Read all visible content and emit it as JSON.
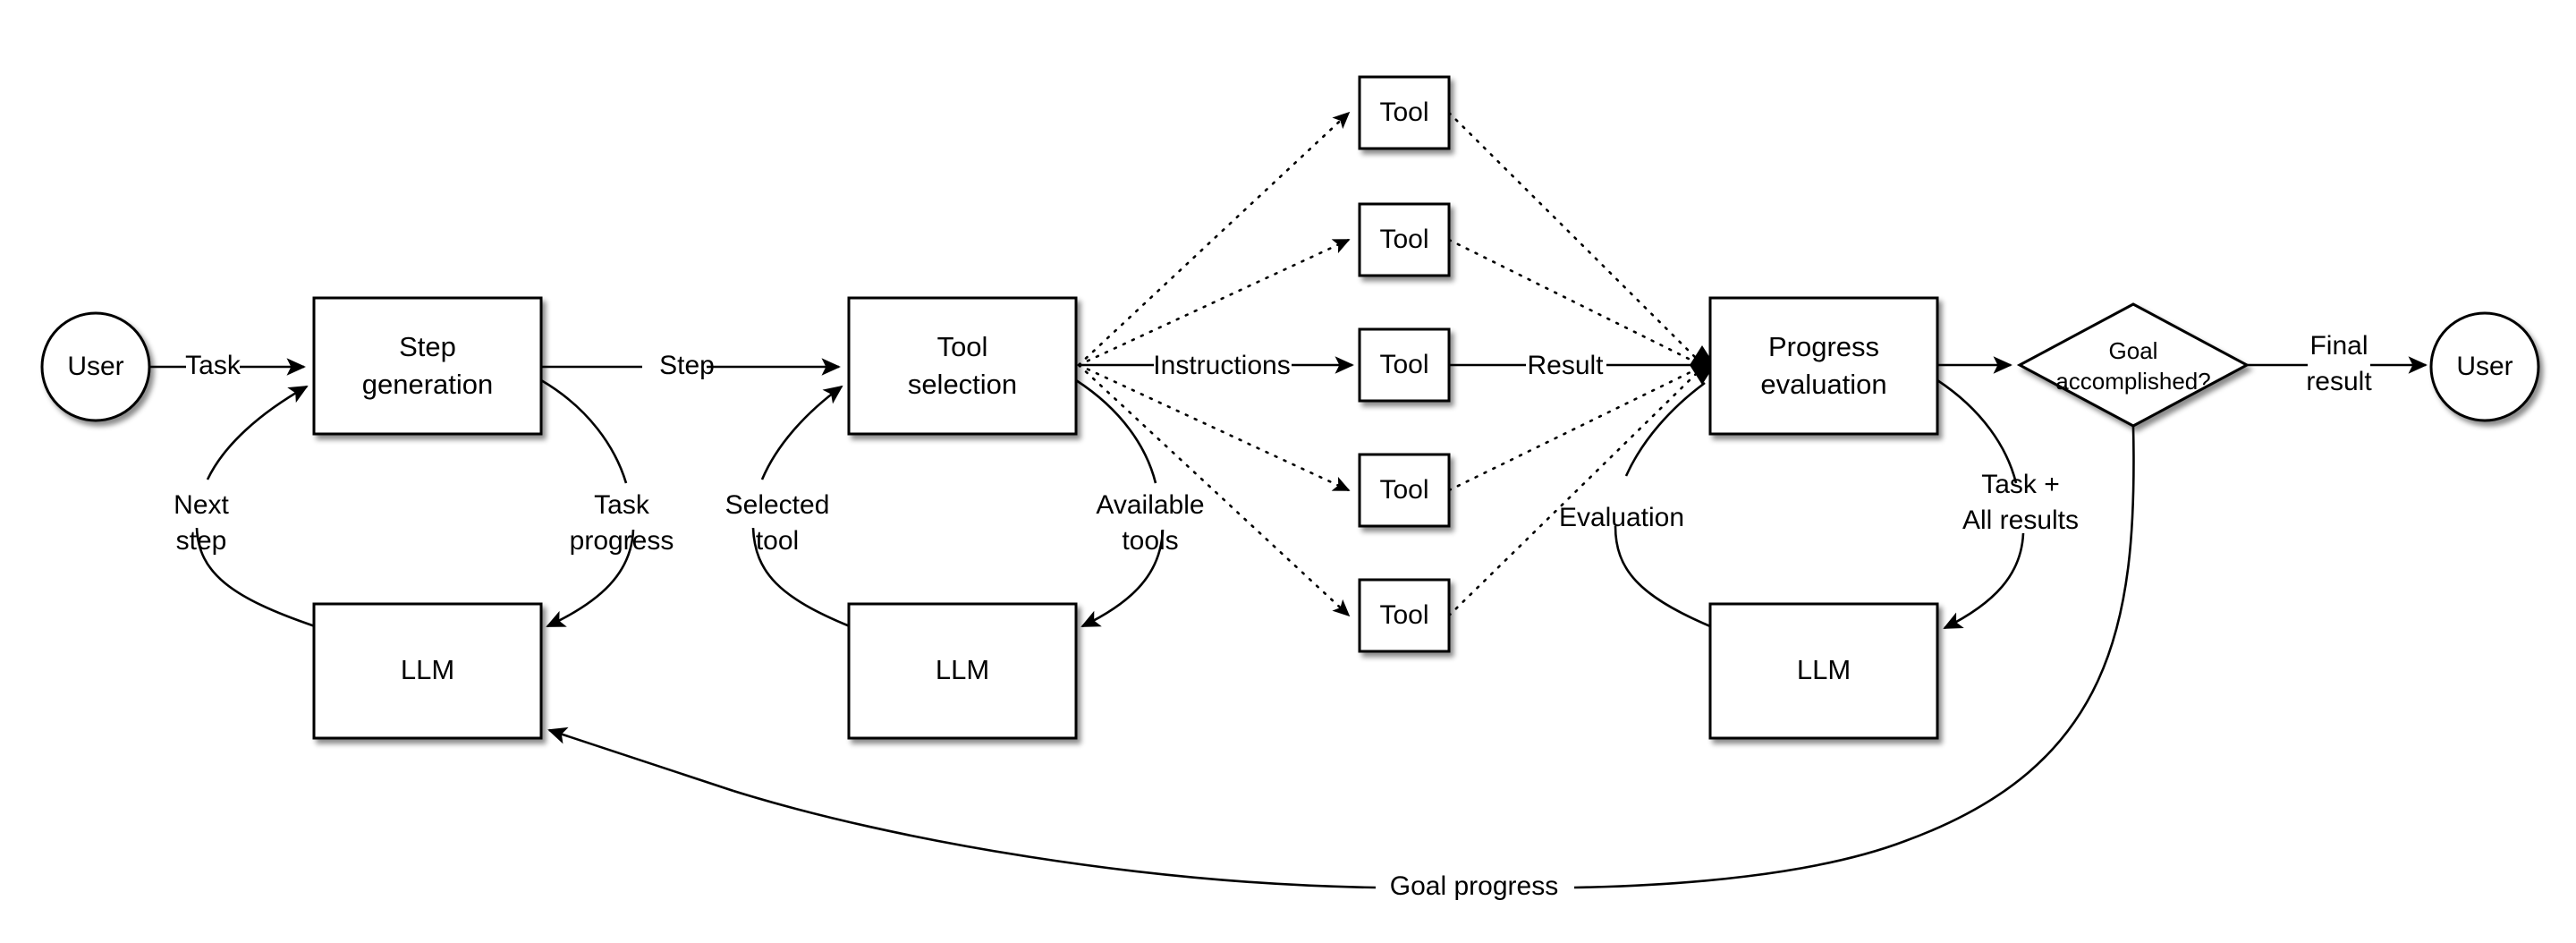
{
  "diagram": {
    "title": "LLM agent loop with step generation, tool selection and progress evaluation",
    "colors": {
      "background": "#ffffff",
      "stroke": "#000000",
      "fill": "#ffffff"
    },
    "nodes": {
      "user_start": {
        "label": "User",
        "shape": "ellipse"
      },
      "step_generation": {
        "label_line1": "Step",
        "label_line2": "generation",
        "shape": "rectangle"
      },
      "llm_step": {
        "label": "LLM",
        "shape": "rectangle"
      },
      "tool_selection": {
        "label_line1": "Tool",
        "label_line2": "selection",
        "shape": "rectangle"
      },
      "llm_tool": {
        "label": "LLM",
        "shape": "rectangle"
      },
      "progress_evaluation": {
        "label_line1": "Progress",
        "label_line2": "evaluation",
        "shape": "rectangle"
      },
      "llm_progress": {
        "label": "LLM",
        "shape": "rectangle"
      },
      "goal_decision": {
        "label_line1": "Goal",
        "label_line2": "accomplished?",
        "shape": "diamond"
      },
      "user_end": {
        "label": "User",
        "shape": "ellipse"
      }
    },
    "tools": [
      {
        "label": "Tool"
      },
      {
        "label": "Tool"
      },
      {
        "label": "Tool"
      },
      {
        "label": "Tool"
      },
      {
        "label": "Tool"
      }
    ],
    "edge_labels": {
      "task": "Task",
      "next_step": {
        "line1": "Next",
        "line2": "step"
      },
      "task_progress": {
        "line1": "Task",
        "line2": "progress"
      },
      "step": "Step",
      "selected_tool": {
        "line1": "Selected",
        "line2": "tool"
      },
      "available_tools": {
        "line1": "Available",
        "line2": "tools"
      },
      "instructions": "Instructions",
      "result": "Result",
      "evaluation": "Evaluation",
      "task_all_results": {
        "line1": "Task +",
        "line2": "All results"
      },
      "final_result": {
        "line1": "Final",
        "line2": "result"
      },
      "goal_progress": "Goal progress"
    }
  }
}
